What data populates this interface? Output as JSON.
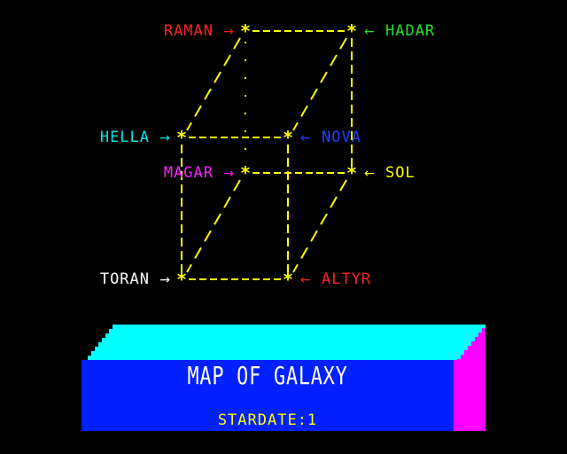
{
  "stars": [
    {
      "id": "raman",
      "name": "RAMAN",
      "color": "#ff2020",
      "side": "left",
      "arrow": "→"
    },
    {
      "id": "hadar",
      "name": "HADAR",
      "color": "#20e020",
      "side": "right",
      "arrow": "←"
    },
    {
      "id": "hella",
      "name": "HELLA",
      "color": "#00e5e5",
      "side": "left",
      "arrow": "→"
    },
    {
      "id": "nova",
      "name": "NOVA",
      "color": "#2040ff",
      "side": "right",
      "arrow": "←"
    },
    {
      "id": "magar",
      "name": "MAGAR",
      "color": "#ff20ff",
      "side": "left",
      "arrow": "→"
    },
    {
      "id": "sol",
      "name": "SOL",
      "color": "#ffff00",
      "side": "right",
      "arrow": "←"
    },
    {
      "id": "toran",
      "name": "TORAN",
      "color": "#ffffff",
      "side": "left",
      "arrow": "→"
    },
    {
      "id": "altyr",
      "name": "ALTYR",
      "color": "#ff2020",
      "side": "right",
      "arrow": "←"
    }
  ],
  "star_glyph": "*",
  "panel": {
    "title": "MAP OF GALAXY",
    "stardate": "STARDATE:1"
  },
  "colors": {
    "lines": "#ffff00",
    "background": "#000000",
    "panel_front": "#0020ff",
    "panel_top": "#00ffff",
    "panel_side": "#ff00ff"
  }
}
